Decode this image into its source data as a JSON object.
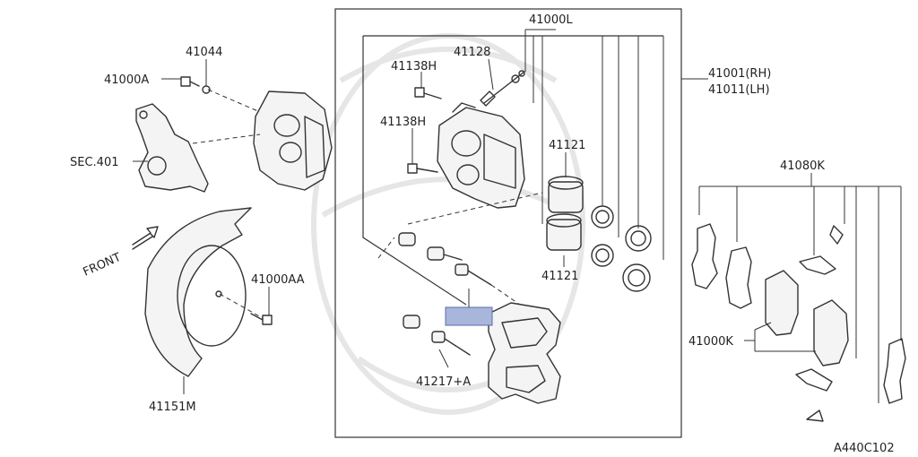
{
  "labels": {
    "l_41000L": "41000L",
    "l_41001": "41001(RH)",
    "l_41011": "41011(LH)",
    "l_41128": "41128",
    "l_41138H_a": "41138H",
    "l_41138H_b": "41138H",
    "l_41121_a": "41121",
    "l_41121_b": "41121",
    "l_41217A": "41217+A",
    "l_41044": "41044",
    "l_41000A": "41000A",
    "l_sec401": "SEC.401",
    "l_front": "FRONT",
    "l_41000AA": "41000AA",
    "l_41151M": "41151M",
    "l_41080K": "41080K",
    "l_41000K": "41000K",
    "l_ref": "A440C102"
  },
  "colors": {
    "line": "#333333",
    "highlight_fill": "#a9b6dc",
    "highlight_stroke": "#5a6ca8",
    "watermark": "#e6e6e6"
  },
  "highlight": {
    "shown": true
  }
}
